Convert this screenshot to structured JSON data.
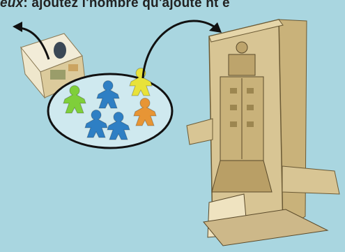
{
  "caption": {
    "lead": "eux",
    "text": ": ajoutez l'nombre qu'ajoute    nt e"
  },
  "meeples": [
    {
      "color": "#7fcf3a",
      "name": "green"
    },
    {
      "color": "#2e7fc4",
      "name": "blue"
    },
    {
      "color": "#e8e23a",
      "name": "yellow"
    },
    {
      "color": "#2e7fc4",
      "name": "blue"
    },
    {
      "color": "#2e7fc4",
      "name": "blue"
    },
    {
      "color": "#e79535",
      "name": "orange"
    }
  ],
  "colors": {
    "background": "#a9d6e0",
    "cardboard": "#d9c79a",
    "cardboard_dark": "#b8a06a",
    "outline": "#1a1a1a"
  }
}
